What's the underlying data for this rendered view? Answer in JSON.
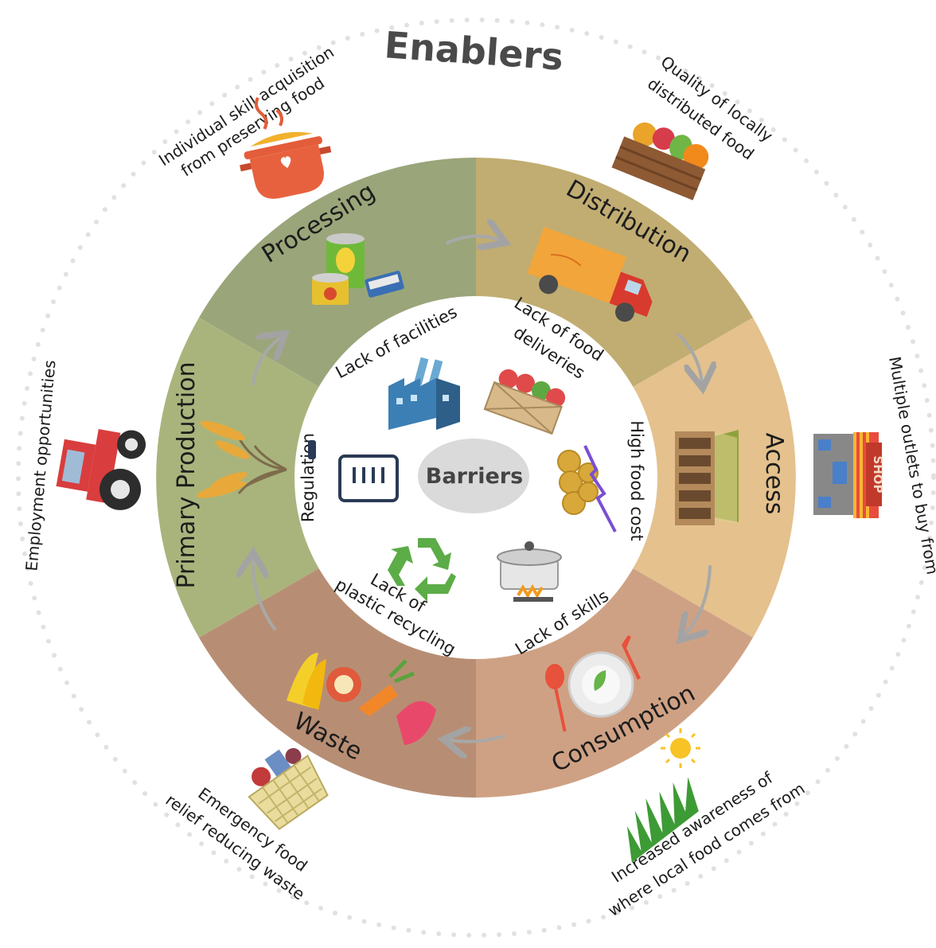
{
  "title": "Enablers",
  "center": "Barriers",
  "stages": {
    "processing": "Processing",
    "distribution": "Distribution",
    "access": "Access",
    "consumption": "Consumption",
    "waste": "Waste",
    "primary_production": "Primary Production"
  },
  "barriers": {
    "facilities": "Lack of facilities",
    "deliveries_1": "Lack of food",
    "deliveries_2": "deliveries",
    "food_cost": "High food cost",
    "skills": "Lack of skills",
    "recycling_1": "Lack of",
    "recycling_2": "plastic recycling",
    "regulation": "Regulation"
  },
  "enablers": {
    "skills_1": "Individual skill acquisition",
    "skills_2": "from preserving food",
    "quality_1": "Quality of locally",
    "quality_2": "distributed food",
    "outlets": "Multiple outlets to buy from",
    "awareness_1": "Increased awareness of",
    "awareness_2": "where local food comes from",
    "emergency_1": "Emergency food",
    "emergency_2": "relief reducing waste",
    "employment": "Employment  opportunities"
  },
  "shop_sign": "SHOP",
  "colors": {
    "processing": "#9aa57a",
    "distribution": "#c1ad72",
    "access": "#e4c18d",
    "consumption": "#cfa184",
    "waste": "#b78e74",
    "primary_production": "#a9b47c",
    "barriers_disc": "#dadada"
  },
  "icons": [
    "soup-pot-icon",
    "produce-crate-icon",
    "shop-icon",
    "sun-grass-icon",
    "food-basket-icon",
    "tractor-icon",
    "canned-food-icon",
    "delivery-truck-icon",
    "grocery-shelf-icon",
    "plate-cutlery-icon",
    "food-scraps-icon",
    "wheat-icon",
    "factory-icon",
    "vegetable-crate-icon",
    "coins-chart-icon",
    "cooking-pot-icon",
    "recycle-icon",
    "clipboard-icon",
    "arrow-icon"
  ]
}
